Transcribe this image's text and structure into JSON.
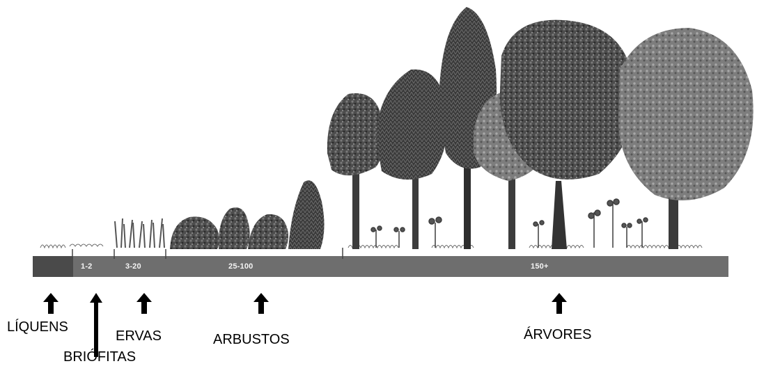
{
  "succession": {
    "age_ranges": [
      "1-2",
      "3-20",
      "25-100",
      "150+"
    ],
    "stages": [
      "LÍQUENS",
      "BRIÓFITAS",
      "ERVAS",
      "ARBUSTOS",
      "ÁRVORES"
    ]
  },
  "colors": {
    "bar": "#6e6e6e",
    "bar_dark": "#4a4a4a",
    "foliage_dark": "#2f2f2f",
    "foliage_mid": "#5a5a5a",
    "foliage_light": "#8c8c8c",
    "arrow": "#000000"
  },
  "icons": [
    "up-arrow-icon"
  ]
}
